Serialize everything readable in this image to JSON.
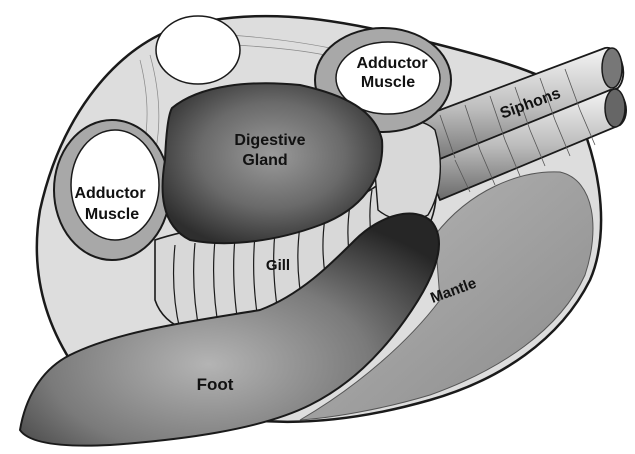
{
  "diagram": {
    "labels": {
      "adductor_top_line1": "Adductor",
      "adductor_top_line2": "Muscle",
      "adductor_left_line1": "Adductor",
      "adductor_left_line2": "Muscle",
      "digestive_line1": "Digestive",
      "digestive_line2": "Gland",
      "siphons": "Siphons",
      "gill": "Gill",
      "mantle": "Mantle",
      "foot": "Foot"
    },
    "colors": {
      "shell_fill": "#dcdcdc",
      "outline": "#1a1a1a",
      "gland_dark": "#3a3a3a",
      "gland_light": "#8a8a8a",
      "foot_dark": "#2e2e2e",
      "foot_light": "#9a9a9a",
      "mantle_fill": "#9c9c9c",
      "gill_fill": "#d8d8d8",
      "adductor_ring": "#a0a0a0"
    }
  }
}
